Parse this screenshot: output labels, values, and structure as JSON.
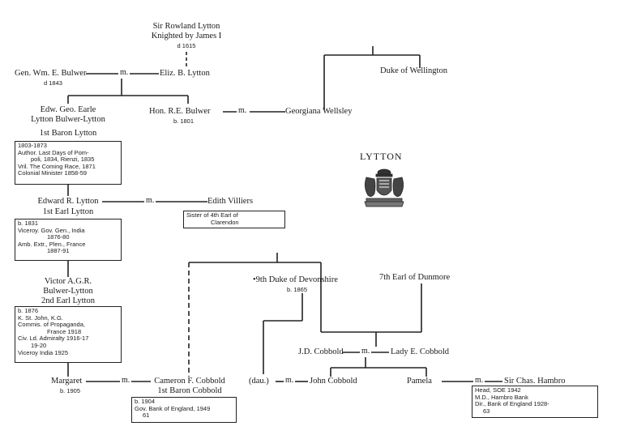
{
  "title": "LYTTON",
  "marriage_label": "m.",
  "people": {
    "rowland": {
      "name": "Sir Rowland Lytton",
      "title": "Knighted by James I",
      "dates": "d 1615"
    },
    "wm_bulwer": {
      "name": "Gen. Wm. E. Bulwer",
      "dates": "d 1843"
    },
    "eliz": {
      "name": "Eliz. B. Lytton"
    },
    "wellington": {
      "name": "Duke of Wellington"
    },
    "edw_geo": {
      "name_lines": [
        "Edw. Geo. Earle",
        "Lytton Bulwer-Lytton",
        "1st Baron Lytton"
      ],
      "box": [
        "1803-1873",
        "Author. Last Days of Pom-",
        "poli, 1834, Rienzi, 1835",
        "Vril. The Coming Race, 1871",
        "Colonial Minister 1858-59"
      ]
    },
    "re_bulwer": {
      "name": "Hon. R.E. Bulwer",
      "dates": "b. 1801"
    },
    "georgiana": {
      "name": "Georgiana Wellsley"
    },
    "edward_r": {
      "name_lines": [
        "Edward R. Lytton",
        "1st Earl Lytton"
      ],
      "box": [
        "b. 1831",
        "Viceroy. Gov. Gen., India",
        "1876-80",
        "Amb. Extr., Plen., France",
        "1887-91"
      ]
    },
    "edith": {
      "name": "Edith Villiers",
      "box": [
        "Sister of 4th Earl of",
        "Clarendon"
      ]
    },
    "victor": {
      "name_lines": [
        "Victor A.G.R.",
        "Bulwer-Lytton",
        "2nd Earl Lytton"
      ],
      "box": [
        "b. 1876",
        "K. St. John, K.G.",
        "Commis. of Propaganda,",
        "France 1918",
        "Civ. Ld. Admiralty 1916-17",
        "19-20",
        "Viceroy India 1925"
      ]
    },
    "devonshire": {
      "name": "•9th Duke of Devonshire",
      "dates": "b. 1865"
    },
    "dunmore": {
      "name": "7th Earl of Dunmore"
    },
    "jd_cobbold": {
      "name": "J.D. Cobbold"
    },
    "lady_cobbold": {
      "name": "Lady E. Cobbold"
    },
    "margaret": {
      "name": "Margaret",
      "dates": "b. 1905"
    },
    "cameron": {
      "name_lines": [
        "Cameron F. Cobbold",
        "1st Baron Cobbold"
      ],
      "box": [
        "b. 1904",
        "Gov. Bank of England, 1949",
        "61"
      ]
    },
    "dau": {
      "name": "(dau.)"
    },
    "john": {
      "name": "John Cobbold"
    },
    "pamela": {
      "name": "Pamela"
    },
    "hambro": {
      "name": "Sir Chas. Hambro",
      "box": [
        "Head, SOE 1942",
        "M.D., Hambro Bank",
        "Dir., Bank of England 1928-",
        "63"
      ]
    }
  },
  "crest": {
    "icon": "coat-of-arms-icon"
  }
}
